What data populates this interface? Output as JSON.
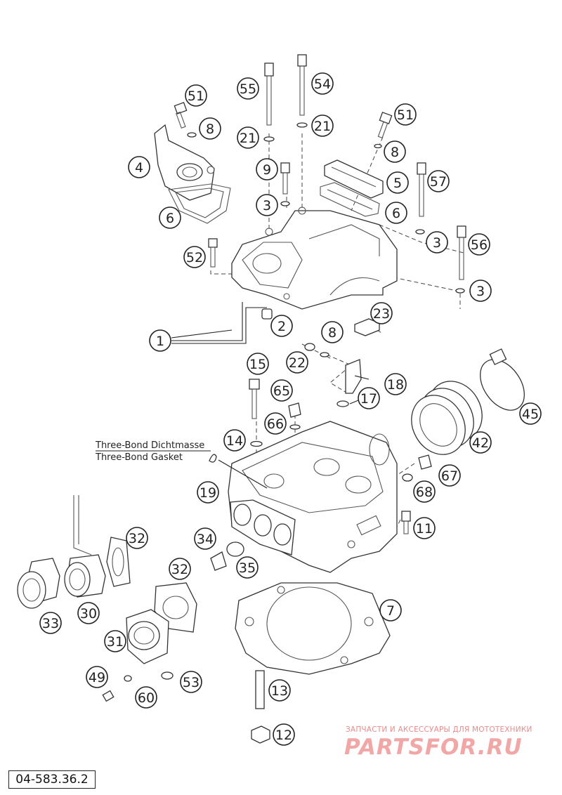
{
  "diagram": {
    "code": "04-583.36.2",
    "note_de": "Three-Bond Dichtmasse",
    "note_en": "Three-Bond Gasket",
    "watermark_subtitle": "ЗАПЧАСТИ И АКСЕССУАРЫ ДЛЯ МОТОТЕХНИКИ",
    "watermark_logo": "PARTSFOR.RU",
    "callouts": [
      "1",
      "2",
      "3",
      "3",
      "3",
      "4",
      "5",
      "6",
      "6",
      "7",
      "8",
      "8",
      "8",
      "9",
      "11",
      "12",
      "13",
      "14",
      "15",
      "17",
      "18",
      "19",
      "21",
      "21",
      "22",
      "23",
      "30",
      "31",
      "32",
      "32",
      "33",
      "34",
      "35",
      "42",
      "45",
      "49",
      "51",
      "51",
      "52",
      "53",
      "54",
      "55",
      "56",
      "57",
      "60",
      "65",
      "66",
      "67",
      "68"
    ]
  },
  "colors": {
    "line": "#222222",
    "watermark": "#f2a7a7",
    "background": "#ffffff"
  }
}
